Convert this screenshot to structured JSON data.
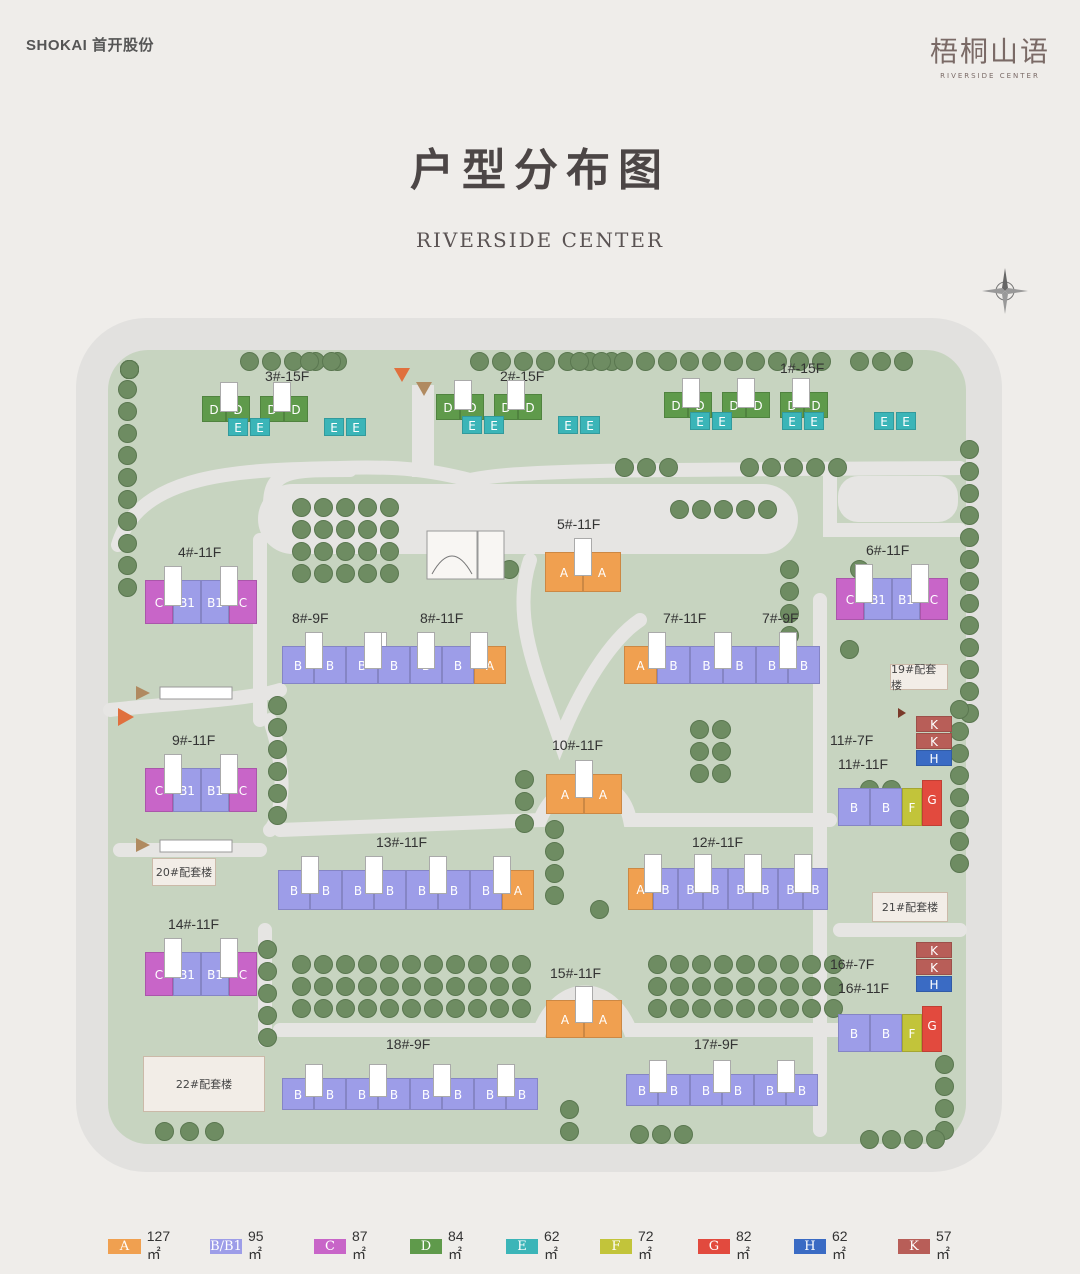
{
  "header": {
    "brand_left": "SHOKAI 首开股份",
    "brand_right_cn": "梧桐山语",
    "brand_right_en": "RIVERSIDE CENTER",
    "title": "户型分布图",
    "subtitle": "RIVERSIDE CENTER"
  },
  "colors": {
    "A": "#f0a050",
    "B": "#9d9de8",
    "C": "#c865c8",
    "D": "#5f9a4b",
    "E": "#3bb5b8",
    "F": "#c2c43a",
    "G": "#e24a3e",
    "H": "#3a6bc4",
    "K": "#b85e58"
  },
  "buildings": [
    {
      "label": "3#-15F",
      "units": [
        "D",
        "D",
        "D",
        "D",
        "E",
        "E",
        "E",
        "E"
      ]
    },
    {
      "label": "2#-15F",
      "units": [
        "D",
        "D",
        "D",
        "D",
        "E",
        "E",
        "E",
        "E"
      ]
    },
    {
      "label": "1#-15F",
      "units": [
        "D",
        "D",
        "D",
        "D",
        "D",
        "D",
        "E",
        "E",
        "E",
        "E",
        "E",
        "E"
      ]
    },
    {
      "label": "4#-11F",
      "units": [
        "C",
        "B1",
        "B1",
        "C"
      ]
    },
    {
      "label": "5#-11F",
      "units": [
        "A",
        "A"
      ]
    },
    {
      "label": "6#-11F",
      "units": [
        "C",
        "B1",
        "B1",
        "C"
      ]
    },
    {
      "label": "8#-9F",
      "units": [
        "B",
        "B",
        "B",
        "B"
      ]
    },
    {
      "label": "8#-11F",
      "units": [
        "B",
        "B",
        "B",
        "B",
        "A"
      ]
    },
    {
      "label": "7#-11F",
      "units": [
        "A",
        "B",
        "B",
        "B"
      ]
    },
    {
      "label": "7#-9F",
      "units": [
        "B",
        "B"
      ]
    },
    {
      "label": "9#-11F",
      "units": [
        "C",
        "B1",
        "B1",
        "C"
      ]
    },
    {
      "label": "10#-11F",
      "units": [
        "A",
        "A"
      ]
    },
    {
      "label": "11#-7F",
      "units": [
        "K",
        "K",
        "H"
      ]
    },
    {
      "label": "11#-11F",
      "units": [
        "B",
        "B",
        "F",
        "G"
      ]
    },
    {
      "label": "13#-11F",
      "units": [
        "B",
        "B",
        "B",
        "B",
        "B",
        "B",
        "B",
        "A"
      ]
    },
    {
      "label": "12#-11F",
      "units": [
        "A",
        "B",
        "B",
        "B",
        "B",
        "B",
        "B",
        "B"
      ]
    },
    {
      "label": "14#-11F",
      "units": [
        "C",
        "B1",
        "B1",
        "C"
      ]
    },
    {
      "label": "15#-11F",
      "units": [
        "A",
        "A"
      ]
    },
    {
      "label": "16#-7F",
      "units": [
        "K",
        "K",
        "H"
      ]
    },
    {
      "label": "16#-11F",
      "units": [
        "B",
        "B",
        "F",
        "G"
      ]
    },
    {
      "label": "18#-9F",
      "units": [
        "B",
        "B",
        "B",
        "B",
        "B",
        "B",
        "B",
        "B"
      ]
    },
    {
      "label": "17#-9F",
      "units": [
        "B",
        "B",
        "B",
        "B",
        "B",
        "B"
      ]
    }
  ],
  "facilities": [
    "19#配套楼",
    "20#配套楼",
    "21#配套楼",
    "22#配套楼"
  ],
  "legend": [
    {
      "code": "A",
      "area": "127㎡"
    },
    {
      "code": "B/B1",
      "area": "95㎡"
    },
    {
      "code": "C",
      "area": "87㎡"
    },
    {
      "code": "D",
      "area": "84㎡"
    },
    {
      "code": "E",
      "area": "62㎡"
    },
    {
      "code": "F",
      "area": "72㎡"
    },
    {
      "code": "G",
      "area": "82㎡"
    },
    {
      "code": "H",
      "area": "62㎡"
    },
    {
      "code": "K",
      "area": "57㎡"
    }
  ]
}
